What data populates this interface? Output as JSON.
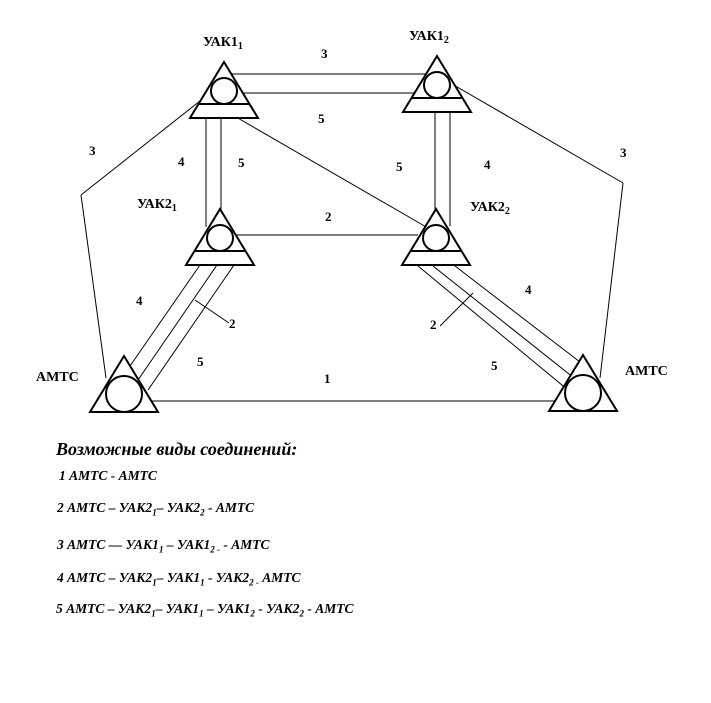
{
  "nodes": {
    "uak1_1": {
      "base": "УАК1",
      "sub": "1"
    },
    "uak1_2": {
      "base": "УАК1",
      "sub": "2"
    },
    "uak2_1": {
      "base": "УАК2",
      "sub": "1"
    },
    "uak2_2": {
      "base": "УАК2",
      "sub": "2"
    },
    "amts_left": "АМТС",
    "amts_right": "АМТС"
  },
  "edge_labels": {
    "top_3": "3",
    "top_inner_5": "5",
    "left_outer_3": "3",
    "right_outer_3": "3",
    "left_vert_4": "4",
    "left_vert_5": "5",
    "right_vert_5": "5",
    "right_vert_4": "4",
    "middle_2": "2",
    "lower_left_4": "4",
    "lower_left_2": "2",
    "lower_left_5": "5",
    "lower_right_4": "4",
    "lower_right_2": "2",
    "lower_right_5": "5",
    "bottom_1": "1"
  },
  "legend": {
    "title": "Возможные виды соединений:",
    "lines": [
      [
        {
          "t": "1 АМТС - АМТС"
        }
      ],
      [
        {
          "t": "2 АМТС – УАК2"
        },
        {
          "s": "1"
        },
        {
          "t": "– УАК2"
        },
        {
          "s": "2"
        },
        {
          "t": " - АМТС"
        }
      ],
      [
        {
          "t": "3 АМТС –– УАК1"
        },
        {
          "s": "1"
        },
        {
          "t": " – УАК1"
        },
        {
          "s": "2 -"
        },
        {
          "t": " - АМТС"
        }
      ],
      [
        {
          "t": "4 АМТС – УАК2"
        },
        {
          "s": "1"
        },
        {
          "t": "– УАК1"
        },
        {
          "s": "1"
        },
        {
          "t": " - УАК2"
        },
        {
          "s": "2 -"
        },
        {
          "t": "  АМТС"
        }
      ],
      [
        {
          "t": "5 АМТС – УАК2"
        },
        {
          "s": "1"
        },
        {
          "t": "– УАК1"
        },
        {
          "s": "1"
        },
        {
          "t": " – УАК1"
        },
        {
          "s": "2"
        },
        {
          "t": " - УАК2"
        },
        {
          "s": "2"
        },
        {
          "t": "  - АМТС"
        }
      ]
    ]
  }
}
